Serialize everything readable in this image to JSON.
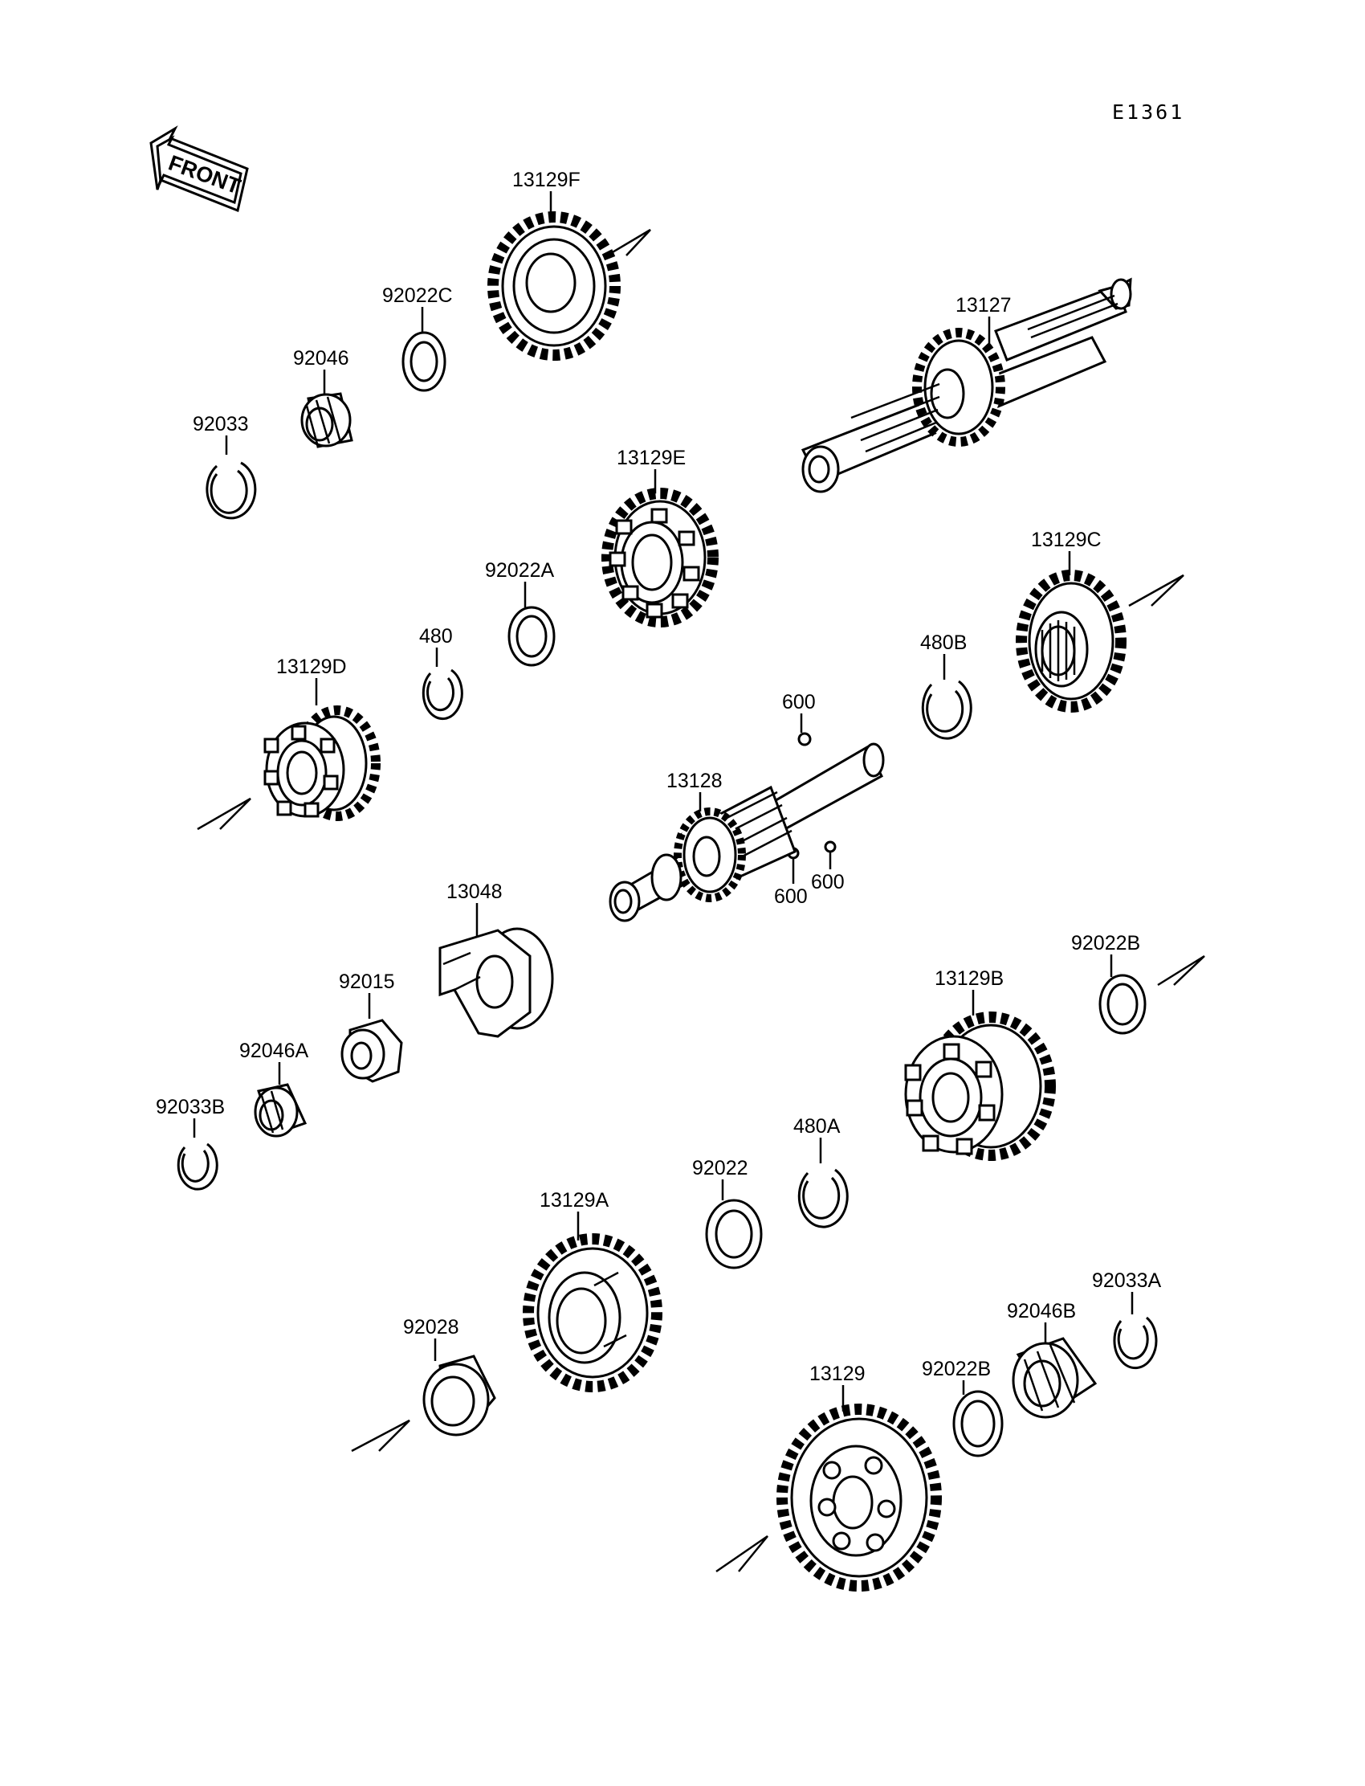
{
  "diagram_code": "E1361",
  "front_label": "FRONT",
  "parts": [
    {
      "id": "13129F",
      "kind": "gear"
    },
    {
      "id": "92022C",
      "kind": "washer"
    },
    {
      "id": "92046",
      "kind": "bearing"
    },
    {
      "id": "92033",
      "kind": "circlip"
    },
    {
      "id": "13127",
      "kind": "shaft"
    },
    {
      "id": "13129E",
      "kind": "gear"
    },
    {
      "id": "92022A",
      "kind": "washer"
    },
    {
      "id": "480",
      "kind": "circlip"
    },
    {
      "id": "13129D",
      "kind": "gear"
    },
    {
      "id": "13129C",
      "kind": "gear"
    },
    {
      "id": "480B",
      "kind": "circlip"
    },
    {
      "id": "600",
      "kind": "ball"
    },
    {
      "id": "13128",
      "kind": "shaft"
    },
    {
      "id": "600",
      "kind": "ball"
    },
    {
      "id": "600",
      "kind": "ball"
    },
    {
      "id": "13048",
      "kind": "bushing"
    },
    {
      "id": "92015",
      "kind": "nut"
    },
    {
      "id": "92046A",
      "kind": "bearing"
    },
    {
      "id": "92033B",
      "kind": "circlip"
    },
    {
      "id": "92022B",
      "kind": "washer"
    },
    {
      "id": "13129B",
      "kind": "gear"
    },
    {
      "id": "480A",
      "kind": "circlip"
    },
    {
      "id": "92022",
      "kind": "washer"
    },
    {
      "id": "13129A",
      "kind": "gear"
    },
    {
      "id": "92028",
      "kind": "collar"
    },
    {
      "id": "92033A",
      "kind": "circlip"
    },
    {
      "id": "92046B",
      "kind": "bearing"
    },
    {
      "id": "92022B",
      "kind": "washer"
    },
    {
      "id": "13129",
      "kind": "gear"
    }
  ]
}
